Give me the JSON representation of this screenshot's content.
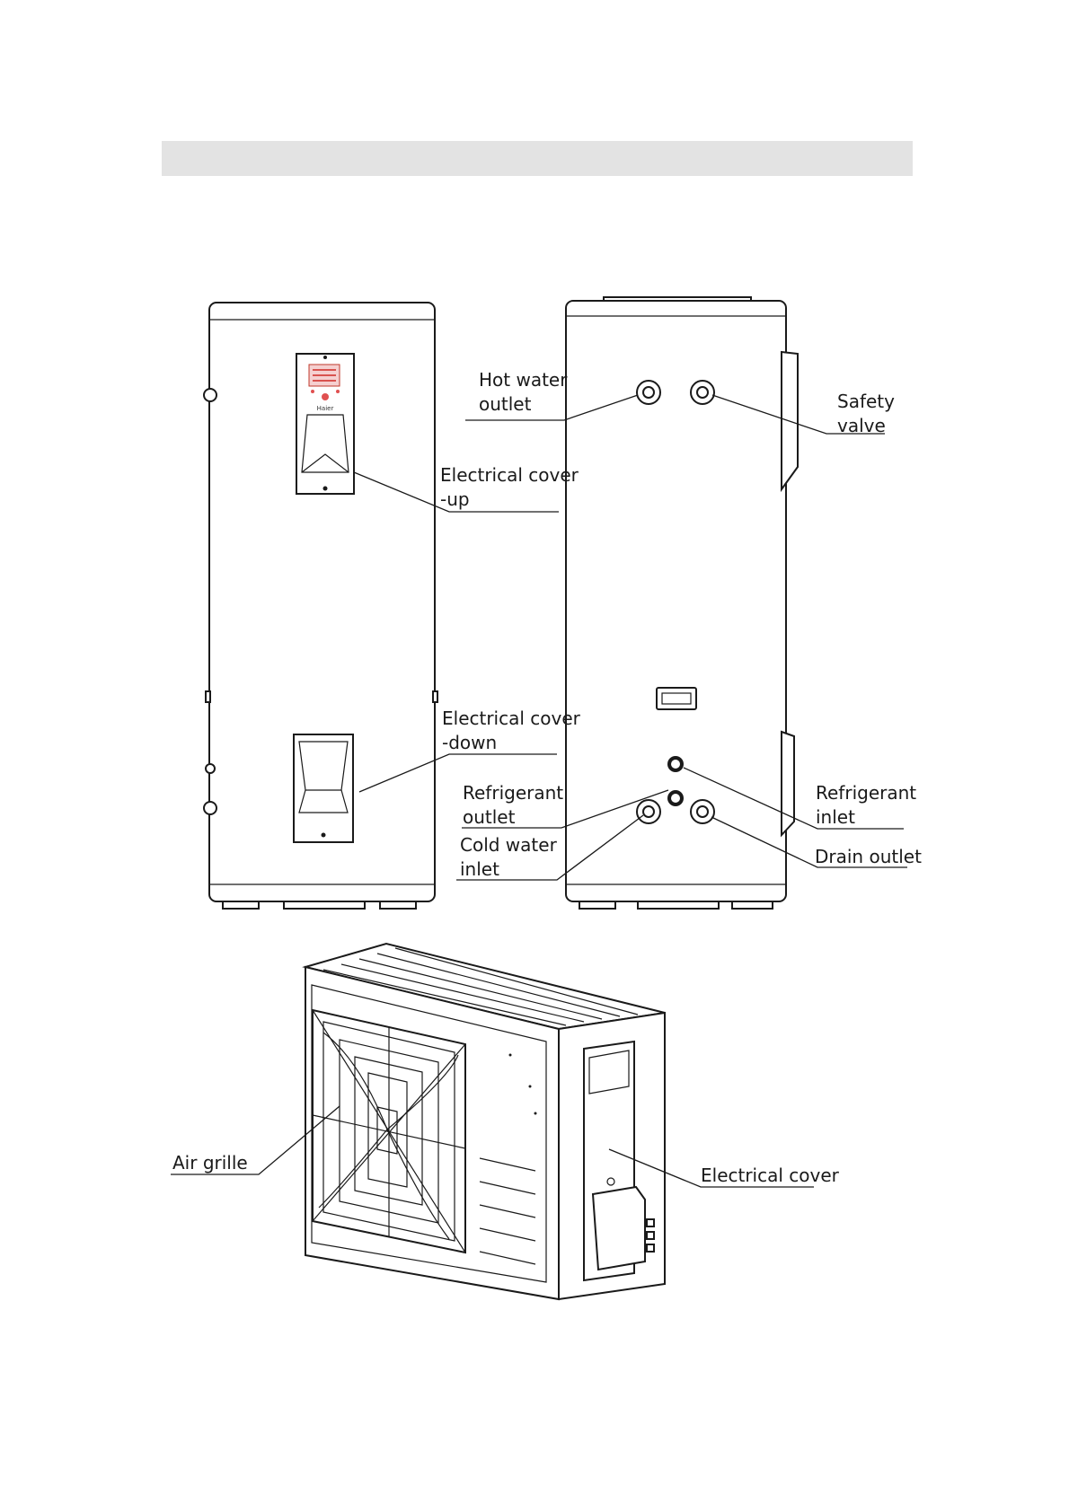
{
  "header_bar_color": "#e3e3e3",
  "display_logo_text": "Haier",
  "labels": {
    "hot_water_outlet": [
      "Hot water",
      "outlet"
    ],
    "safety_valve": [
      "Safety",
      "valve"
    ],
    "electrical_cover_up": [
      "Electrical cover",
      "-up"
    ],
    "electrical_cover_down": [
      "Electrical cover",
      "-down"
    ],
    "refrigerant_outlet": [
      "Refrigerant",
      "outlet"
    ],
    "refrigerant_inlet": [
      "Refrigerant",
      "inlet"
    ],
    "cold_water_inlet": [
      "Cold water",
      "inlet"
    ],
    "drain_outlet": [
      "Drain outlet"
    ],
    "air_grille": [
      "Air grille"
    ],
    "electrical_cover": [
      "Electrical cover"
    ]
  }
}
